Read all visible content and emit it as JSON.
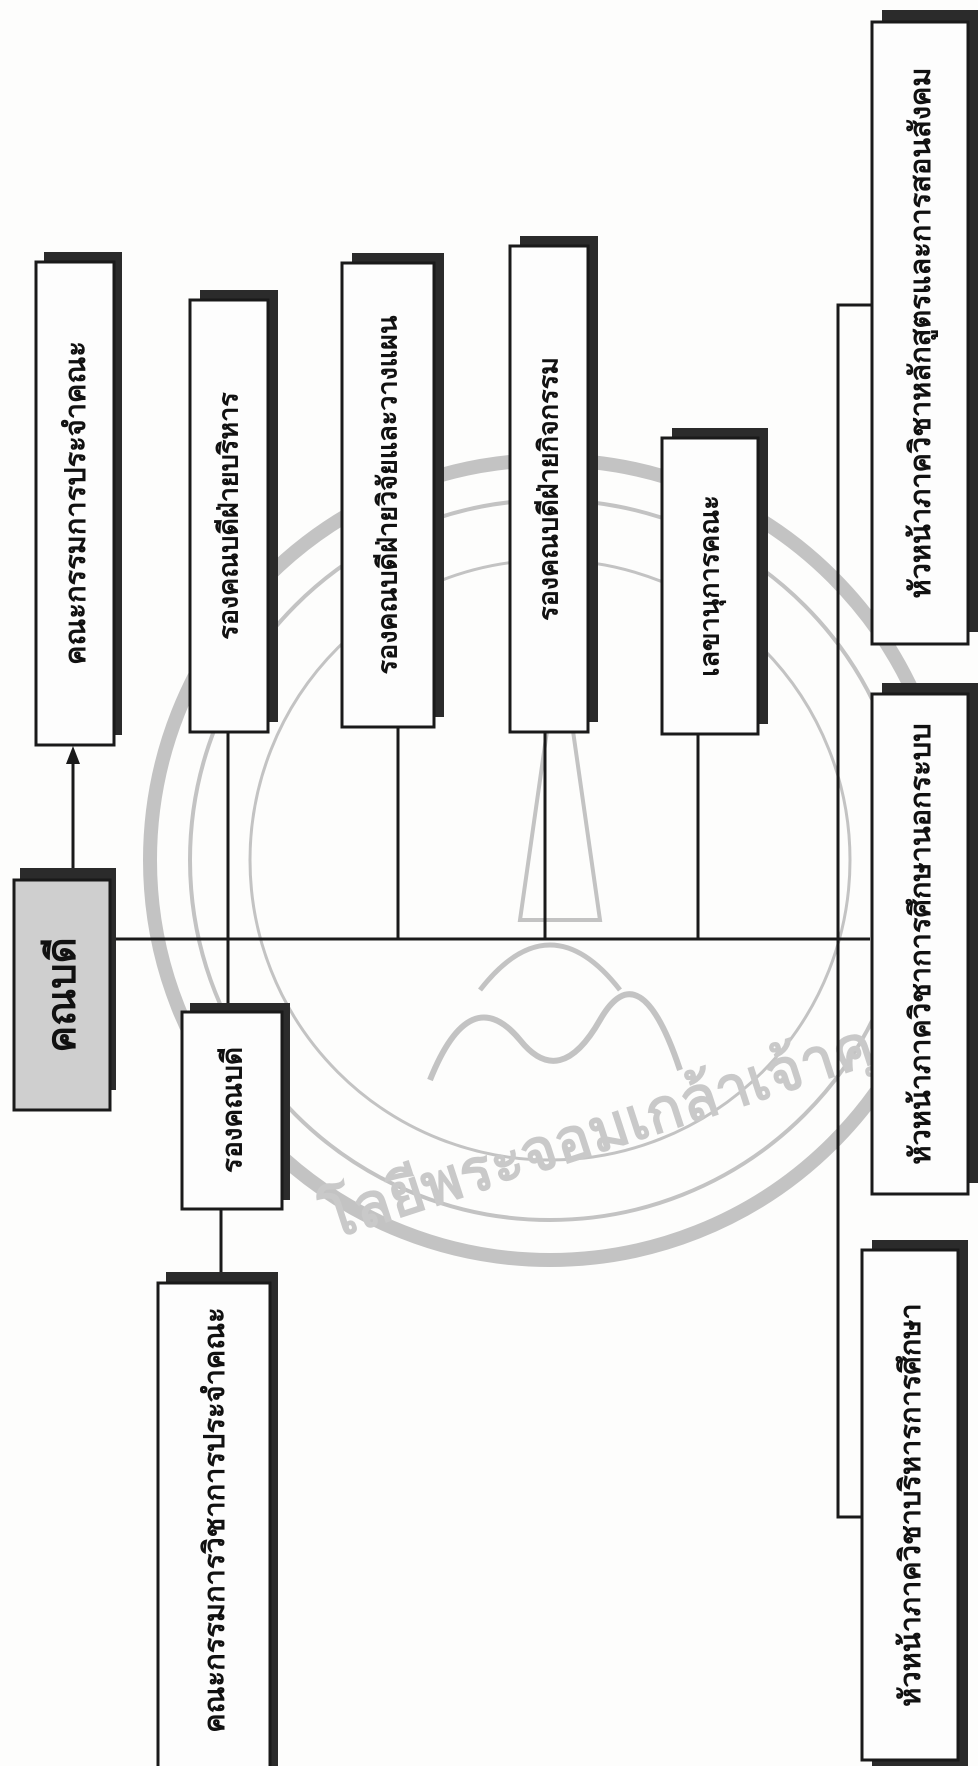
{
  "nodes": {
    "dean": "คณบดี",
    "faculty_committee": "คณะกรรมการประจำคณะ",
    "deputy_dean": "รองคณบดี",
    "academic_committee": "คณะกรรมการวิชาการประจำคณะ",
    "vd_admin": "รองคณบดีฝ่ายบริหาร",
    "vd_research": "รองคณบดีฝ่ายวิจัยและวางแผน",
    "vd_activities": "รองคณบดีฝ่ายกิจกรรม",
    "secretary": "เลขานุการคณะ",
    "head_curriculum": "หัวหน้าภาควิชาหลักสูตรและการสอนสังคม",
    "head_nonformal": "หัวหน้าภาควิชาการศึกษานอกระบบ",
    "head_admin": "หัวหน้าภาควิชาบริหารการศึกษา"
  },
  "watermark": {
    "text": "โลยีพระจอมเกล้าเจ้าคุณทหาร"
  }
}
